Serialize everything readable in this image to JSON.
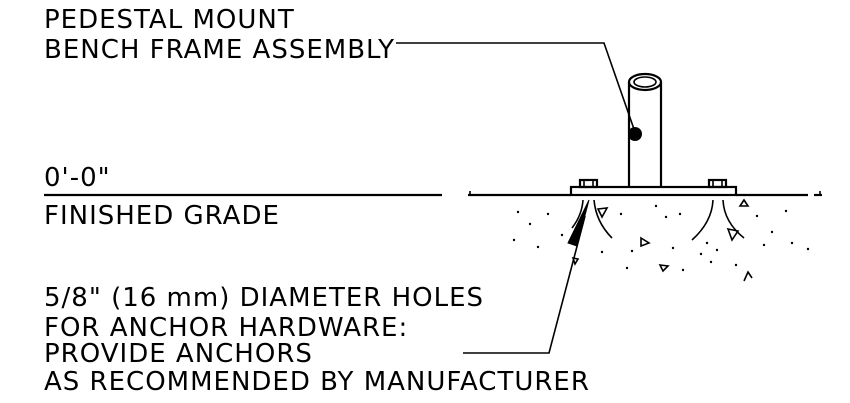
{
  "labels": {
    "frame_line1": "PEDESTAL MOUNT",
    "frame_line2": "BENCH FRAME ASSEMBLY",
    "elevation": "0'-0\"",
    "grade": "FINISHED GRADE",
    "holes_line1": "5/8\" (16 mm) DIAMETER HOLES",
    "holes_line2": "FOR ANCHOR HARDWARE:",
    "holes_line3": "PROVIDE ANCHORS",
    "holes_line4": "AS RECOMMENDED BY MANUFACTURER"
  },
  "colors": {
    "ink": "#000000",
    "background": "#ffffff"
  }
}
